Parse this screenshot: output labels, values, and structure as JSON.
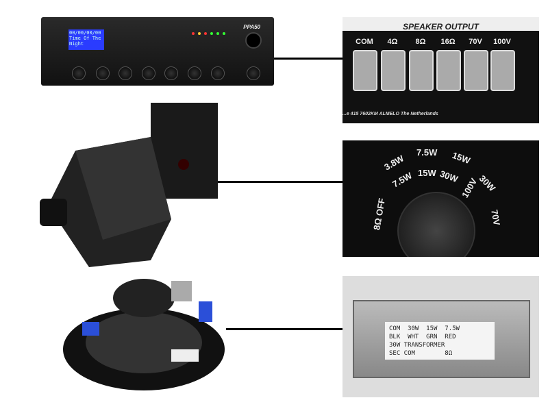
{
  "amplifier": {
    "model": "PPA50",
    "lcd_line1": "00/00/00/00",
    "lcd_line2": "Time Of The Night"
  },
  "speaker_output": {
    "title": "SPEAKER OUTPUT",
    "terminals": [
      "COM",
      "4Ω",
      "8Ω",
      "16Ω",
      "70V",
      "100V"
    ],
    "footer": "...e 415 7602KM ALMELO The Netherlands"
  },
  "selector": {
    "labels": [
      "8Ω OFF",
      "3.8W",
      "7.5W",
      "15W",
      "7.5W",
      "15W",
      "30W",
      "100V",
      "30W",
      "70V"
    ]
  },
  "transformer": {
    "label": "COM  30W  15W  7.5W\nBLK  WHT  GRN  RED\n30W TRANSFORMER\nSEC COM        8Ω"
  }
}
